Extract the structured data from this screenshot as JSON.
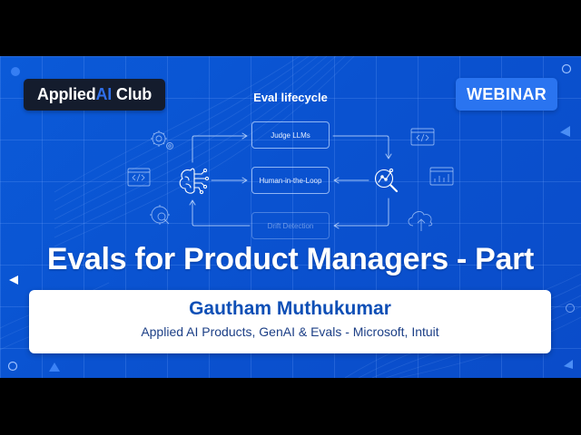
{
  "header": {
    "logo": {
      "prefix": "Applied",
      "highlight": "AI",
      "suffix": " Club"
    },
    "badge": "WEBINAR"
  },
  "diagram": {
    "title": "Eval lifecycle",
    "stages": [
      {
        "label": "Judge LLMs",
        "state": "active"
      },
      {
        "label": "Human-in-the-Loop",
        "state": "active"
      },
      {
        "label": "Drift Detection",
        "state": "dim"
      }
    ],
    "icons": {
      "left": [
        "gears-icon",
        "code-window-icon",
        "gear-search-icon"
      ],
      "center_left": "ai-brain-icon",
      "center_right": "analytics-magnifier-icon",
      "right": [
        "code-window-icon",
        "bar-chart-window-icon",
        "cloud-upload-icon"
      ]
    }
  },
  "title": "Evals for Product Managers - Part",
  "speaker": {
    "name": "Gautham Muthukumar",
    "affiliation": "Applied AI Products, GenAI & Evals - Microsoft, Intuit"
  },
  "colors": {
    "background": "#0a52d0",
    "logo_bg": "#141c2d",
    "logo_accent": "#2f6fea",
    "badge_bg": "#2a74f0",
    "speaker_name": "#0e4fb6",
    "speaker_affiliation": "#1c3f86"
  }
}
